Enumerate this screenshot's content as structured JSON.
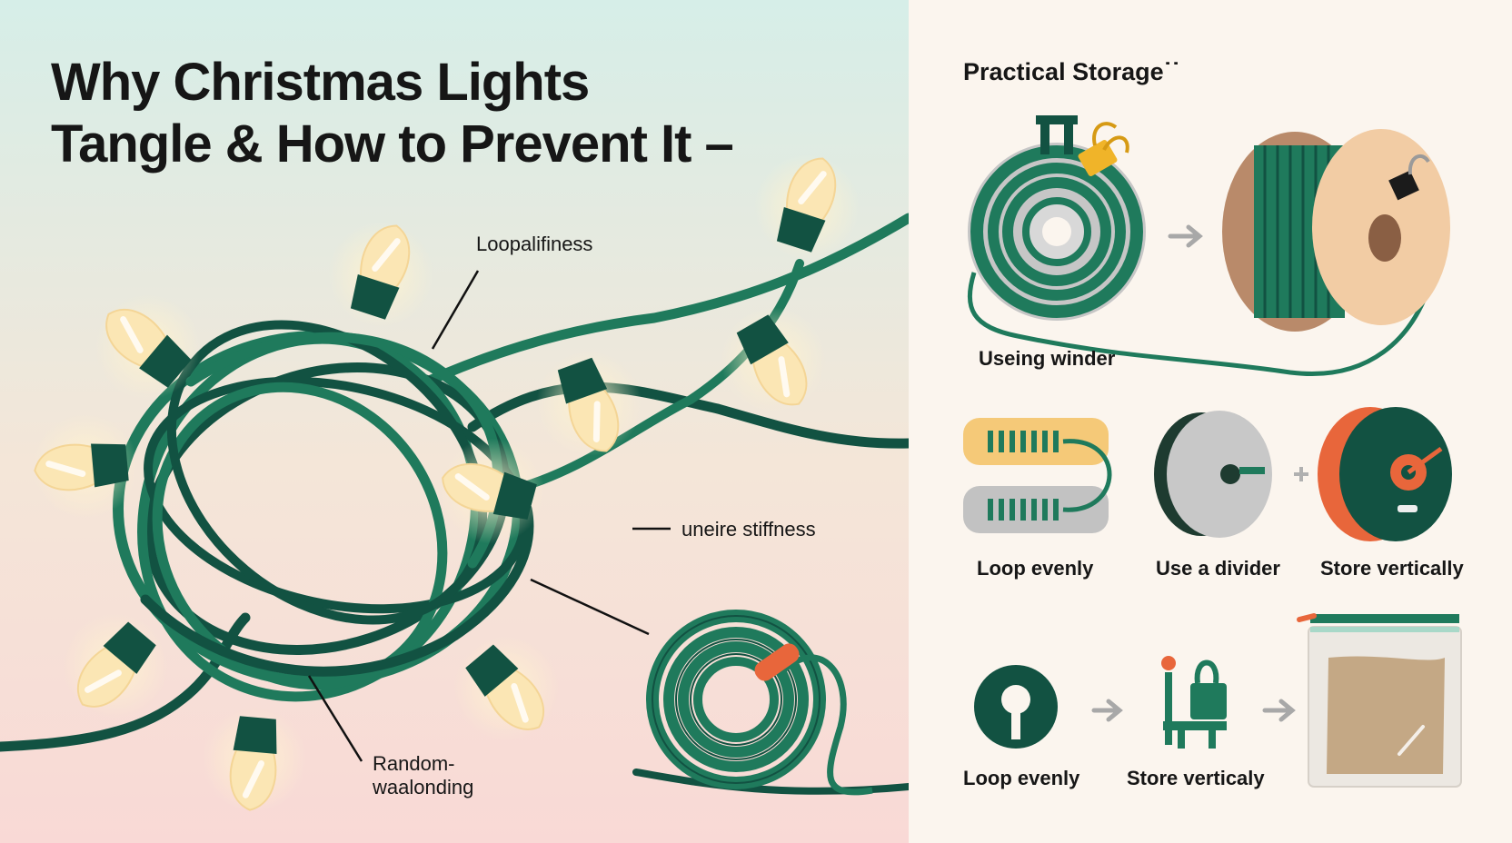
{
  "title": {
    "line1": "Why Christmas Lights",
    "line2": "Tangle & How to Prevent It –"
  },
  "callouts": {
    "loop": "Loopalifiness",
    "stiffness": "uneire stiffness",
    "random_line1": "Random-",
    "random_line2": "waalonding"
  },
  "storage": {
    "heading": "Practical Storage˙˙",
    "using_winder": "Useing winder",
    "row2": [
      "Loop evenly",
      "Use a divider",
      "Store vertically"
    ],
    "row3": [
      "Loop evenly",
      "Store verticaly"
    ]
  },
  "colors": {
    "cord": "#1f7a5c",
    "cord_dark": "#125242",
    "bulb": "#fbe6b4",
    "accent_orange": "#e8663b",
    "clip_yellow": "#f0b429",
    "bg_left_top": "#d8efe9",
    "bg_left_bottom": "#f8dcd8",
    "bg_right": "#fbf5ee"
  },
  "icons": [
    "tangled-lights-icon",
    "bulb-icon",
    "coiled-cord-icon",
    "winder-icon",
    "binder-clip-icon",
    "spool-icon",
    "arrow-right-icon",
    "card-wrap-icon",
    "divider-reel-icon",
    "vertical-reel-icon",
    "loop-icon",
    "clip-stand-icon",
    "zip-bag-icon"
  ]
}
